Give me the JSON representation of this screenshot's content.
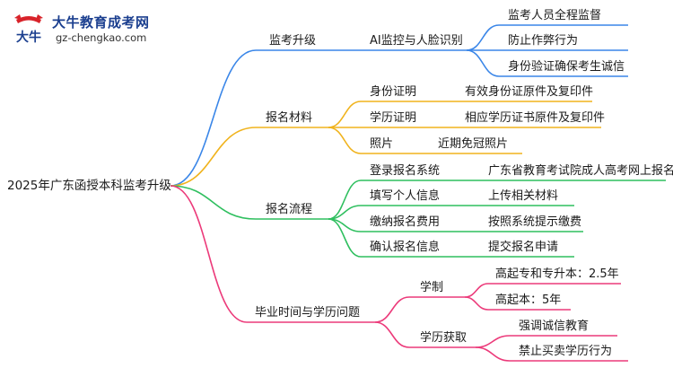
{
  "logo": {
    "title": "大牛教育成考网",
    "url": "gz-chengkao.com",
    "mark_text": "大牛"
  },
  "root": "2025年广东函授本科监考升级",
  "colors": {
    "branch1": "#3a86e8",
    "branch2": "#f0b31d",
    "branch3": "#2fbf5f",
    "branch4": "#ec3a7a",
    "logo_red": "#d8232a",
    "logo_blue": "#1b3f8f"
  },
  "branches": [
    {
      "label": "监考升级",
      "children": [
        {
          "label": "AI监控与人脸识别",
          "children": [
            "监考人员全程监督",
            "防止作弊行为",
            "身份验证确保考生诚信"
          ]
        }
      ]
    },
    {
      "label": "报名材料",
      "children": [
        {
          "label": "身份证明",
          "children": [
            "有效身份证原件及复印件"
          ]
        },
        {
          "label": "学历证明",
          "children": [
            "相应学历证书原件及复印件"
          ]
        },
        {
          "label": "照片",
          "children": [
            "近期免冠照片"
          ]
        }
      ]
    },
    {
      "label": "报名流程",
      "children": [
        {
          "label": "登录报名系统",
          "children": [
            "广东省教育考试院成人高考网上报名"
          ]
        },
        {
          "label": "填写个人信息",
          "children": [
            "上传相关材料"
          ]
        },
        {
          "label": "缴纳报名费用",
          "children": [
            "按照系统提示缴费"
          ]
        },
        {
          "label": "确认报名信息",
          "children": [
            "提交报名申请"
          ]
        }
      ]
    },
    {
      "label": "毕业时间与学历问题",
      "children": [
        {
          "label": "学制",
          "children": [
            "高起专和专升本：2.5年",
            "高起本：5年"
          ]
        },
        {
          "label": "学历获取",
          "children": [
            "强调诚信教育",
            "禁止买卖学历行为"
          ]
        }
      ]
    }
  ]
}
